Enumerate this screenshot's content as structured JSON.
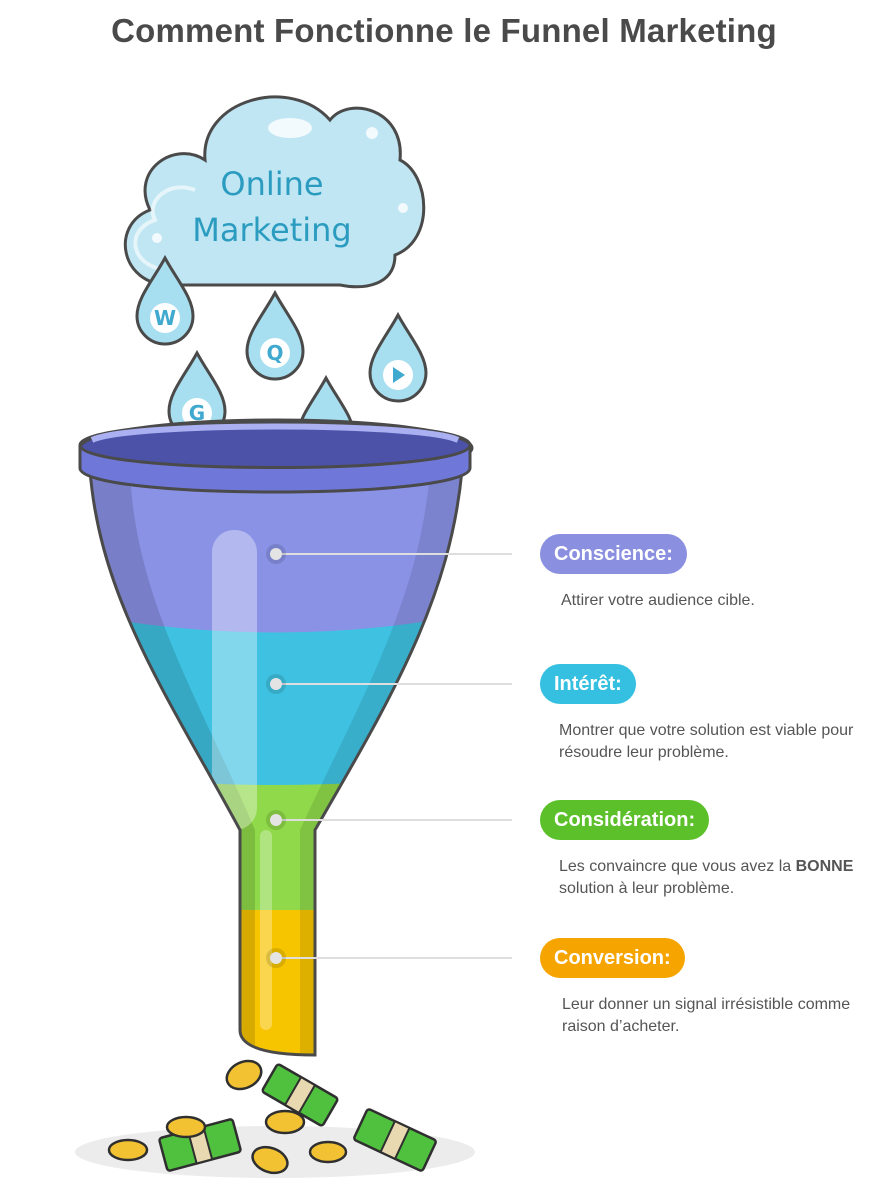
{
  "title": "Comment Fonctionne le Funnel Marketing",
  "cloud": {
    "line1": "Online",
    "line2": "Marketing"
  },
  "drops": [
    {
      "icon": "wordpress-icon",
      "glyph": "W"
    },
    {
      "icon": "quora-icon",
      "glyph": "Q"
    },
    {
      "icon": "youtube-icon",
      "glyph": ""
    },
    {
      "icon": "google-icon",
      "glyph": "G"
    },
    {
      "icon": "reddit-icon",
      "glyph": ""
    }
  ],
  "stages": [
    {
      "label": "Conscience:",
      "color": "#8a8fe0",
      "desc_before": "Attirer votre audience cible.",
      "desc_bold": "",
      "desc_after": ""
    },
    {
      "label": "Intérêt:",
      "color": "#35bfe0",
      "desc_before": "Montrer que votre solution est viable pour résoudre leur problème.",
      "desc_bold": "",
      "desc_after": ""
    },
    {
      "label": "Considération:",
      "color": "#5cc02a",
      "desc_before": "Les convaincre que vous avez la ",
      "desc_bold": "BONNE",
      "desc_after": " solution à leur problème."
    },
    {
      "label": "Conversion:",
      "color": "#f5a400",
      "desc_before": "Leur donner un signal irrésistible comme raison d’acheter.",
      "desc_bold": "",
      "desc_after": ""
    }
  ]
}
